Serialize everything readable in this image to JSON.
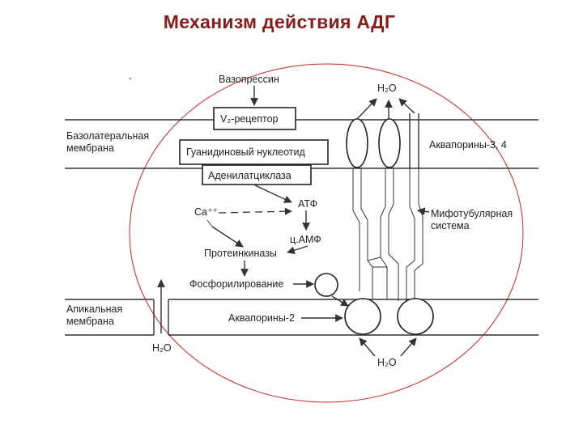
{
  "title": "Механизм действия АДГ",
  "labels": {
    "vasopressin": "Вазопрессин",
    "v2_receptor": "V₂-рецептор",
    "guanidine": "Гуанидиновый нуклеотид",
    "adenylate": "Аденилатциклаза",
    "basolateral_1": "Базолатеральная",
    "basolateral_2": "мембрана",
    "atp": "АТФ",
    "ca": "Ca⁺⁺",
    "camp": "ц.АМФ",
    "protein_kinases": "Протеинкиназы",
    "phosphorylation": "Фосфорилирование",
    "apical_1": "Апикальная",
    "apical_2": "мембрана",
    "aquaporins2": "Аквапорины-2",
    "aquaporins34": "Аквапорины-3, 4",
    "microtubular_1": "Мифотубулярная",
    "microtubular_2": "система",
    "h2o_top": "H₂O",
    "h2o_bottom": "H₂O",
    "h2o_left": "H₂O"
  },
  "colors": {
    "title": "#8b1a1a",
    "circle": "#d02020",
    "lines": "#333333"
  }
}
